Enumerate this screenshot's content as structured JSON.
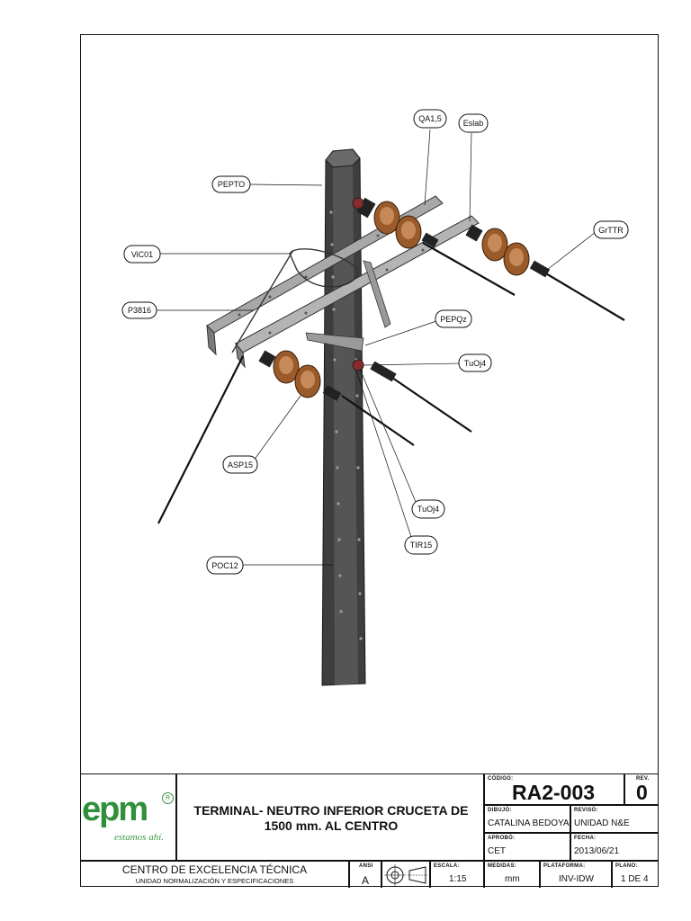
{
  "callouts": [
    "QA1,5",
    "Eslab",
    "PEPTO",
    "GrTTR",
    "ViC01",
    "P3816",
    "PEPQz",
    "TuOj4",
    "ASP15",
    "TuOj4",
    "TIR15",
    "POC12"
  ],
  "title_block": {
    "logo_word": "epm",
    "logo_slogan": "estamos ahí.",
    "logo_reg": "R",
    "title_line1": "TERMINAL- NEUTRO INFERIOR CRUCETA DE",
    "title_line2": "1500 mm. AL CENTRO",
    "org_name": "CENTRO DE EXCELENCIA TÉCNICA",
    "org_unit": "UNIDAD NORMALIZACIÓN Y ESPECIFICACIONES",
    "codigo_label": "CÓDIGO:",
    "codigo": "RA2-003",
    "rev_label": "REV.",
    "rev": "0",
    "dibujo_label": "DIBUJÓ:",
    "dibujo": "CATALINA BEDOYA",
    "reviso_label": "REVISÓ:",
    "reviso": "UNIDAD N&E",
    "aprobo_label": "APROBÓ:",
    "aprobo": "CET",
    "fecha_label": "FECHA:",
    "fecha": "2013/06/21",
    "ansi_label": "ANSI",
    "ansi": "A",
    "escala_label": "ESCALA:",
    "escala": "1:15",
    "medidas_label": "MEDIDAS:",
    "medidas": "mm",
    "plataforma_label": "PLATAFORMA:",
    "plataforma": "INV-IDW",
    "plano_label": "PLANO:",
    "plano": "1 DE 4"
  },
  "colors": {
    "pole": "#3a3a3a",
    "crossarm": "#9a9a9a",
    "insulator": "#9a5a2a",
    "brand_green": "#2f8f3a"
  }
}
